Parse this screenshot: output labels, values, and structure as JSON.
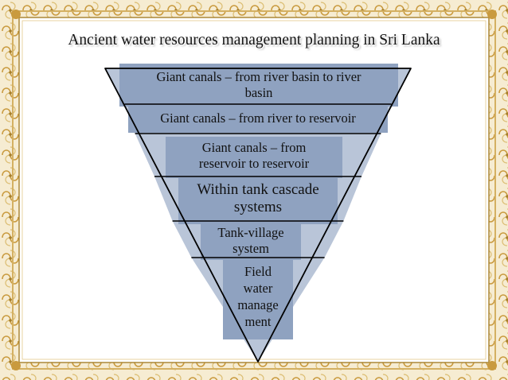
{
  "title": "Ancient water resources management planning in Sri Lanka",
  "levels": [
    {
      "line1": "Giant canals – from river basin to river",
      "line2": "basin"
    },
    {
      "line1": "Giant canals – from river to reservoir"
    },
    {
      "line1": "Giant canals – from",
      "line2": "reservoir to reservoir"
    },
    {
      "line1": "Within tank cascade",
      "line2": "systems"
    },
    {
      "line1": "Tank-village",
      "line2": "system"
    },
    {
      "line1": "Field",
      "line2": "water",
      "line3": "manage",
      "line4": "ment"
    }
  ],
  "colors": {
    "band_fill": "#b9c5d8",
    "label_box": "#8fa2c0",
    "outline": "#000000",
    "frame_gold": "#d4b062",
    "frame_dark": "#a67f2c"
  }
}
